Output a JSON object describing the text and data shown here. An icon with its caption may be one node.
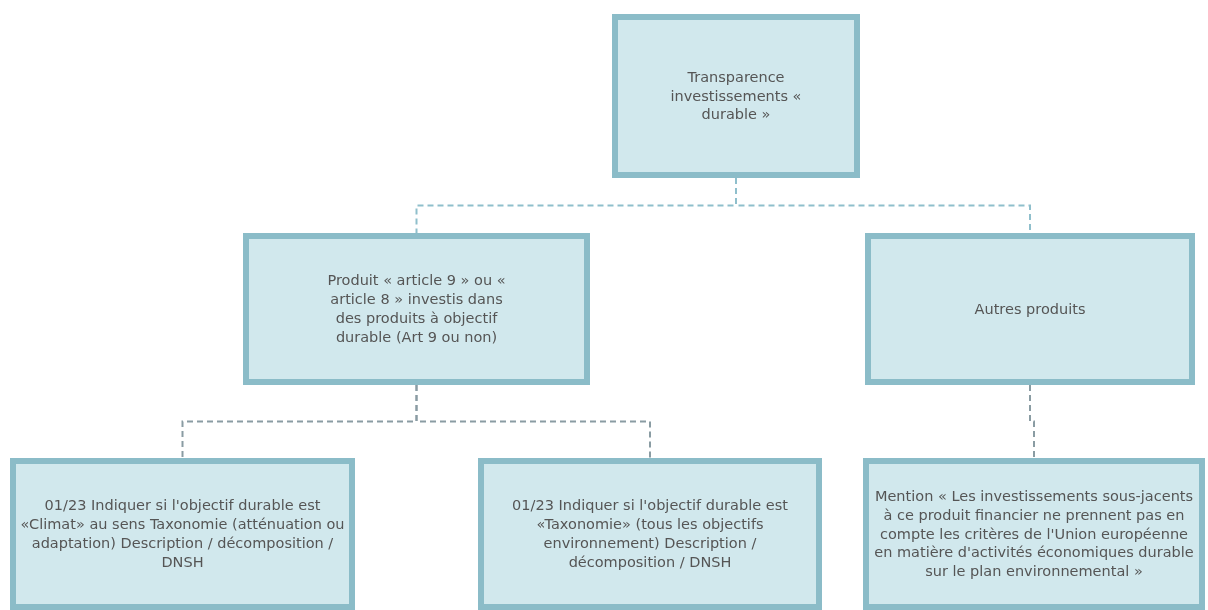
{
  "diagram": {
    "nodes": [
      {
        "text": [
          "Transparence investissements « durable »"
        ]
      },
      {
        "text": [
          "Produit « article 9 » ou « article 8 » investis dans des produits à objectif durable (Art 9 ou non)"
        ]
      },
      {
        "text": [
          "Autres produits"
        ]
      },
      {
        "text": [
          "01/23 Indiquer si l'objectif durable est «Climat» au sens Taxonomie (atténuation ou adaptation) Description / décomposition / DNSH"
        ]
      },
      {
        "text": [
          "01/23 Indiquer si l'objectif durable est «Taxonomie» (tous les objectifs environnement) Description / décomposition / DNSH"
        ]
      },
      {
        "text": [
          "Mention « Les investissements sous-jacents à ce produit financier ne prennent pas en compte les critères de l'Union européenne en matière d'activités économiques durable sur le plan environnemental »"
        ]
      }
    ],
    "edges": [
      {
        "from": 0,
        "to": 1,
        "arrow": "none",
        "style": "dashed",
        "color": "#8fbfcc"
      },
      {
        "from": 0,
        "to": 2,
        "arrow": "none",
        "style": "dashed",
        "color": "#8fbfcc"
      },
      {
        "from": 1,
        "to": 3,
        "arrow": "none",
        "style": "dashed"
      },
      {
        "from": 1,
        "to": 4,
        "arrow": "none",
        "style": "dashed"
      },
      {
        "from": 2,
        "to": 5,
        "arrow": "none",
        "style": "dashed"
      }
    ]
  }
}
